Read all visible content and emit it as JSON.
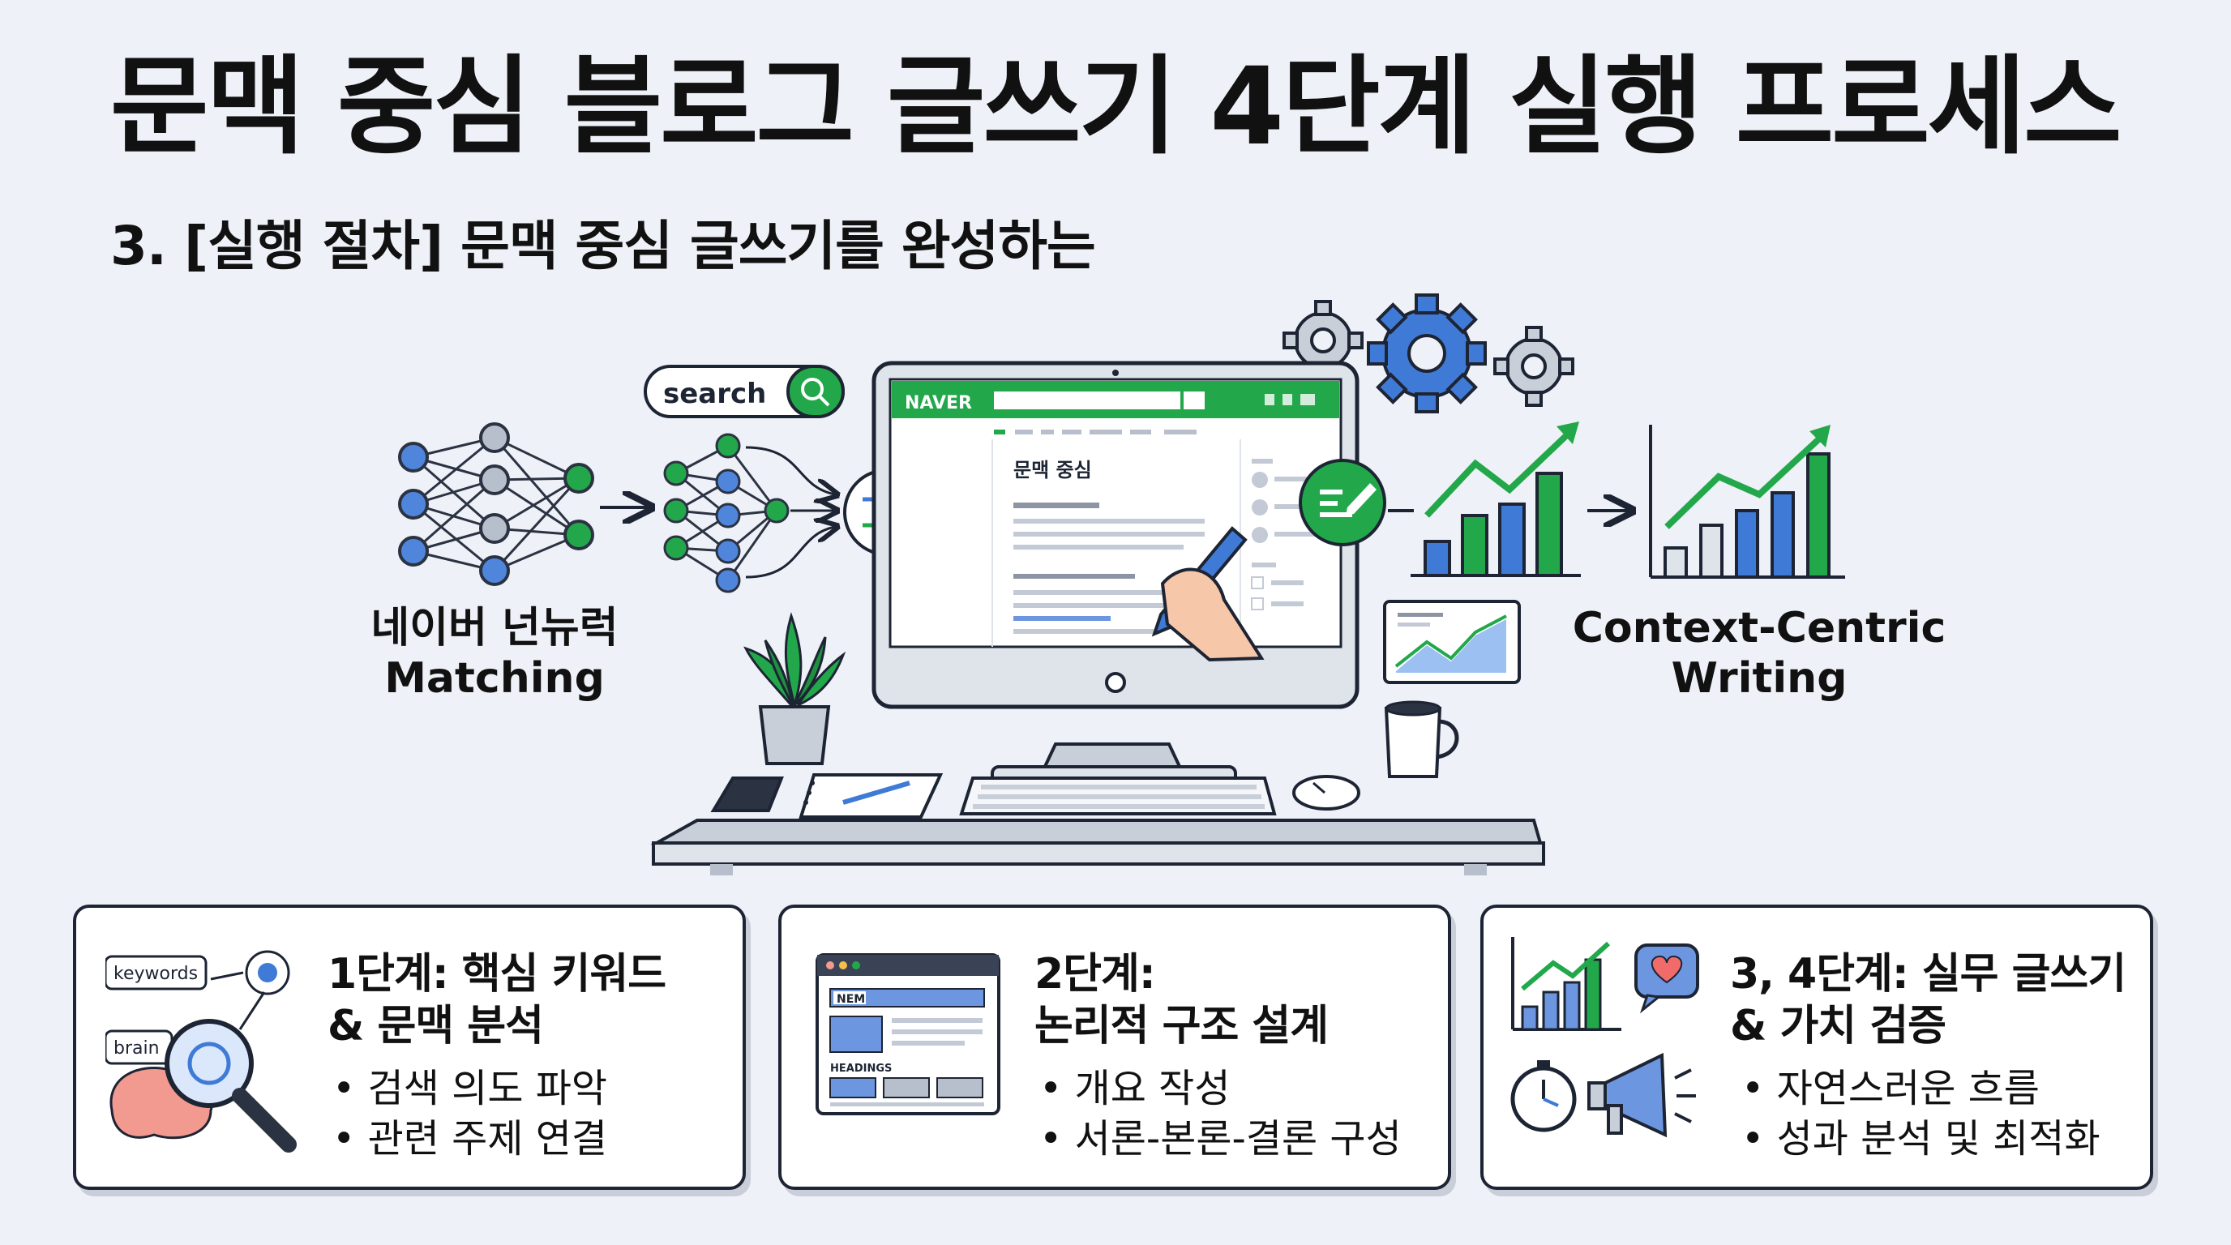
{
  "title": "문맥 중심 블로그 글쓰기 4단계 실행 프로세스",
  "subtitle": "3. [실행 절차] 문맥 중심 글쓰기를 완성하는",
  "diagram": {
    "search_label": "search",
    "left_caption_line1": "네이버 넌뉴럭",
    "left_caption_line2": "Matching",
    "right_caption_line1": "Context-Centric",
    "right_caption_line2": "Writing",
    "screen": {
      "brand": "NAVER",
      "doc_heading": "문맥 중심"
    },
    "sticky_labels": [
      "keywords",
      "brain"
    ],
    "mockup_labels": [
      "NEM",
      "HEADINGS"
    ]
  },
  "cards": [
    {
      "title_line1": "1단계: 핵심 키워드",
      "title_line2": "& 문맥 분석",
      "bullets": [
        "검색 의도 파악",
        "관련 주제 연결"
      ]
    },
    {
      "title_line1": "2단계:",
      "title_line2": "논리적 구조 설계",
      "bullets": [
        "개요 작성",
        "서론-본론-결론 구성"
      ]
    },
    {
      "title_line1": "3, 4단계: 실무 글쓰기",
      "title_line2": "& 가치 검증",
      "bullets": [
        "자연스러운 흐름",
        "성과 분석 및 최적화"
      ]
    }
  ],
  "colors": {
    "accent_green": "#22a84a",
    "accent_blue": "#3f7ad6",
    "outline": "#1d2433",
    "background": "#eef1f7"
  }
}
